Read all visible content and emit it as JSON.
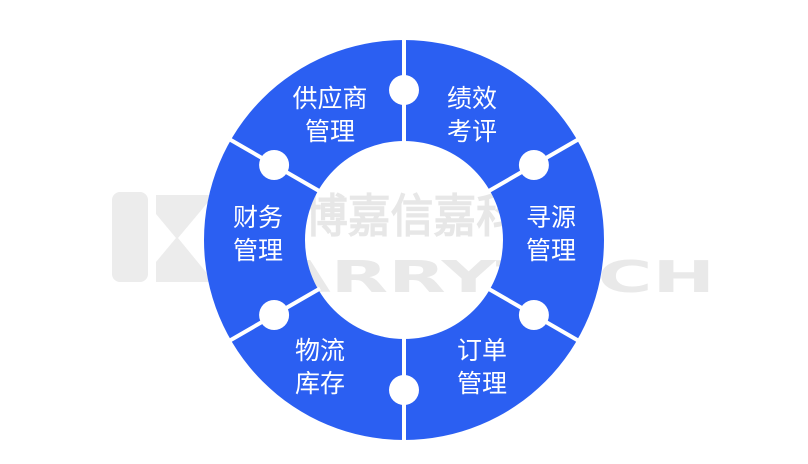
{
  "diagram": {
    "segments": [
      {
        "id": "supplier",
        "line1": "供应商",
        "line2": "管理"
      },
      {
        "id": "performance",
        "line1": "绩效",
        "line2": "考评"
      },
      {
        "id": "sourcing",
        "line1": "寻源",
        "line2": "管理"
      },
      {
        "id": "order",
        "line1": "订单",
        "line2": "管理"
      },
      {
        "id": "logistics",
        "line1": "物流",
        "line2": "库存"
      },
      {
        "id": "finance",
        "line1": "财务",
        "line2": "管理"
      }
    ],
    "colors": {
      "ring": "#2b5ff2",
      "divider": "#ffffff",
      "label": "#ffffff",
      "watermark": "#e7e7e7"
    }
  },
  "watermark": {
    "company_cn": "嘉博嘉信嘉科技",
    "company_en": "KARRYTECH"
  }
}
